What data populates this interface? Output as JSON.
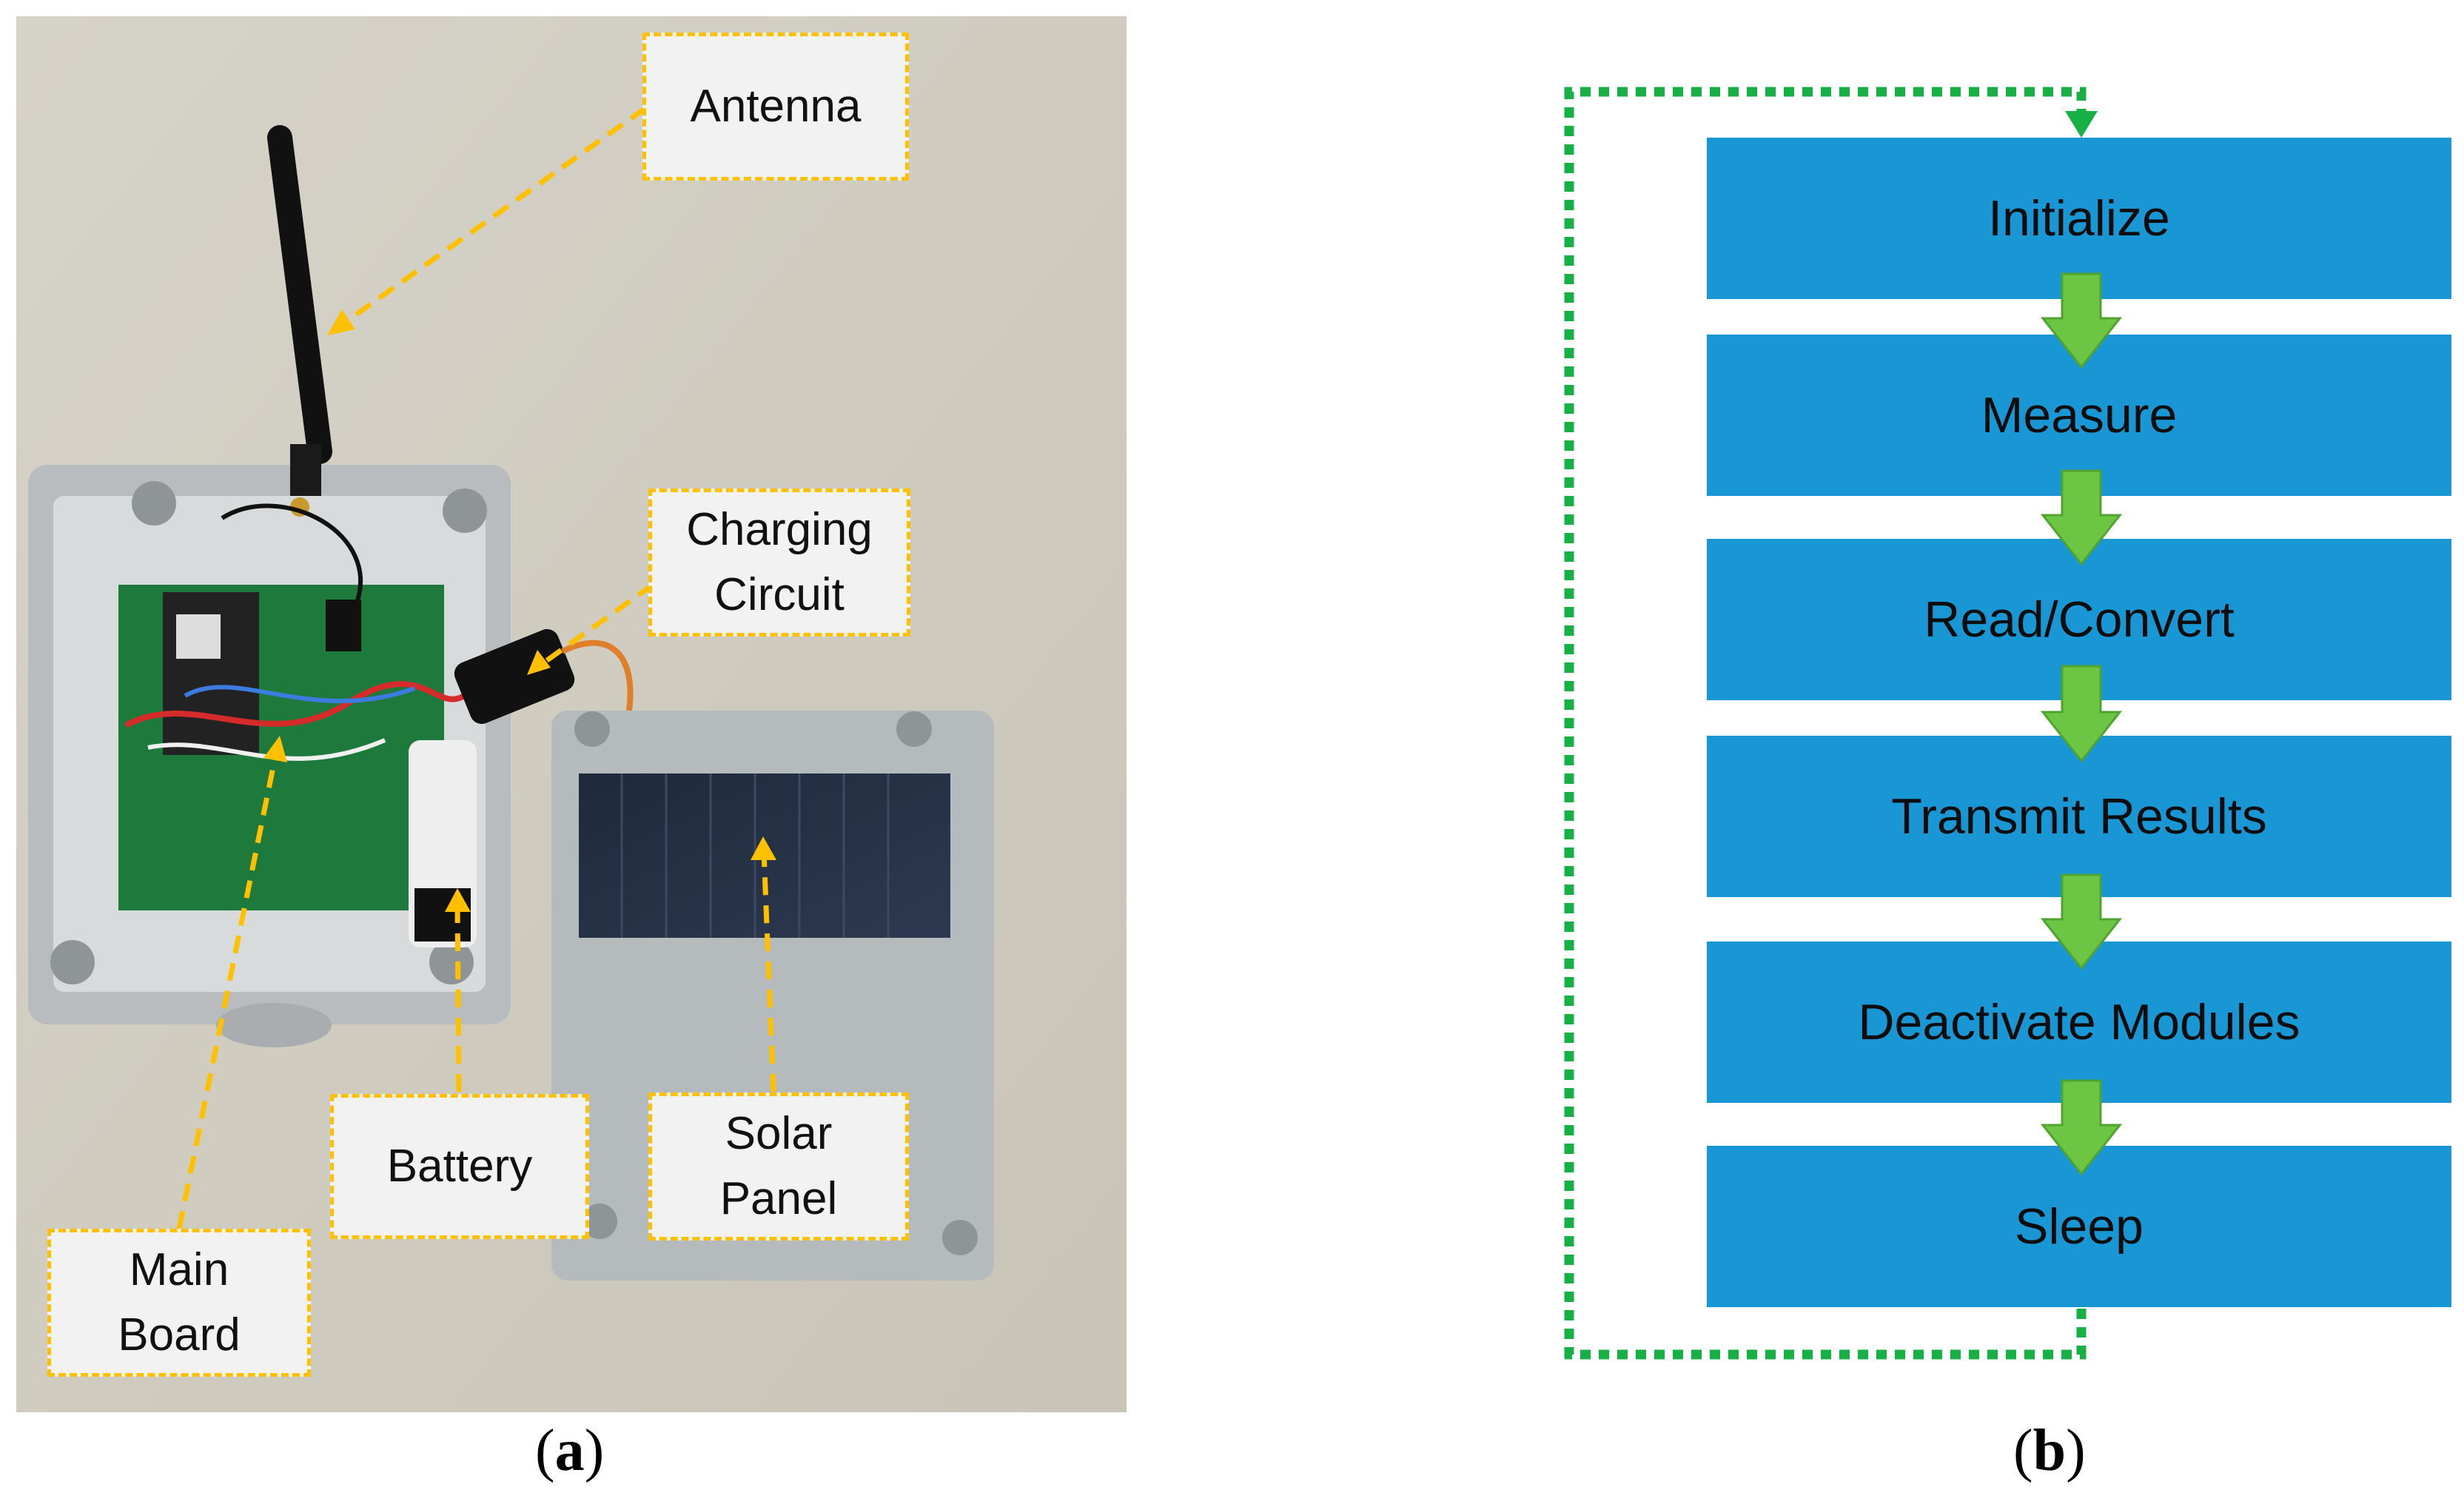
{
  "panel_a": {
    "callouts": {
      "antenna": "Antenna",
      "charging_circuit": "Charging\nCircuit",
      "battery": "Battery",
      "solar_panel": "Solar\nPanel",
      "main_board": "Main\nBoard"
    },
    "caption_letter": "a"
  },
  "panel_b": {
    "steps": [
      "Initialize",
      "Measure",
      "Read/Convert",
      "Transmit Results",
      "Deactivate Modules",
      "Sleep"
    ],
    "caption_letter": "b"
  },
  "colors": {
    "callout_border": "#ffc000",
    "step_fill": "#1897d4",
    "down_arrow": "#6cc644",
    "loop_arrow": "#16b045"
  }
}
